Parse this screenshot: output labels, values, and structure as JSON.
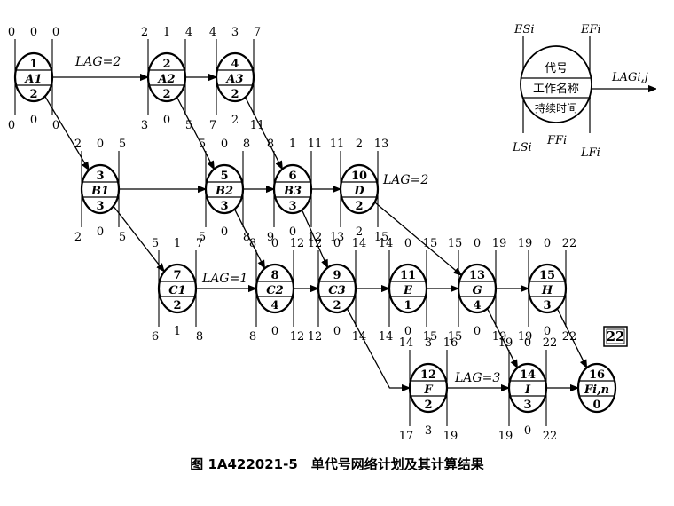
{
  "caption": "图 1A422021-5　单代号网络计划及其计算结果",
  "total_duration": "22",
  "legend": {
    "es": "ESi",
    "ef": "EFi",
    "ls": "LSi",
    "lf": "LFi",
    "ff": "FFi",
    "lag": "LAGi,j",
    "code": "代号",
    "name": "工作名称",
    "duration": "持续时间"
  },
  "nodes": [
    {
      "id": "1",
      "name": "A1",
      "dur": "2",
      "es": "0",
      "ef": "0",
      "ls": "0",
      "lf": "0",
      "tf": "0",
      "ff": "0"
    },
    {
      "id": "2",
      "name": "A2",
      "dur": "2",
      "es": "2",
      "ef": "4",
      "ls": "3",
      "lf": "5",
      "tf": "1",
      "ff": "0"
    },
    {
      "id": "4",
      "name": "A3",
      "dur": "2",
      "es": "4",
      "ef": "7",
      "ls": "7",
      "lf": "11",
      "tf": "3",
      "ff": "2"
    },
    {
      "id": "3",
      "name": "B1",
      "dur": "3",
      "es": "2",
      "ef": "5",
      "ls": "2",
      "lf": "5",
      "tf": "0",
      "ff": "0"
    },
    {
      "id": "5",
      "name": "B2",
      "dur": "3",
      "es": "5",
      "ef": "8",
      "ls": "5",
      "lf": "8",
      "tf": "0",
      "ff": "0"
    },
    {
      "id": "6",
      "name": "B3",
      "dur": "3",
      "es": "8",
      "ef": "11",
      "ls": "9",
      "lf": "12",
      "tf": "1",
      "ff": "0"
    },
    {
      "id": "10",
      "name": "D",
      "dur": "2",
      "es": "11",
      "ef": "13",
      "ls": "13",
      "lf": "15",
      "tf": "2",
      "ff": "2"
    },
    {
      "id": "7",
      "name": "C1",
      "dur": "2",
      "es": "5",
      "ef": "7",
      "ls": "6",
      "lf": "8",
      "tf": "1",
      "ff": "1"
    },
    {
      "id": "8",
      "name": "C2",
      "dur": "4",
      "es": "8",
      "ef": "12",
      "ls": "8",
      "lf": "12",
      "tf": "0",
      "ff": "0"
    },
    {
      "id": "9",
      "name": "C3",
      "dur": "2",
      "es": "12",
      "ef": "14",
      "ls": "12",
      "lf": "14",
      "tf": "0",
      "ff": "0"
    },
    {
      "id": "11",
      "name": "E",
      "dur": "1",
      "es": "14",
      "ef": "15",
      "ls": "14",
      "lf": "15",
      "tf": "0",
      "ff": "0"
    },
    {
      "id": "13",
      "name": "G",
      "dur": "4",
      "es": "15",
      "ef": "19",
      "ls": "15",
      "lf": "19",
      "tf": "0",
      "ff": "0"
    },
    {
      "id": "15",
      "name": "H",
      "dur": "3",
      "es": "19",
      "ef": "22",
      "ls": "19",
      "lf": "22",
      "tf": "0",
      "ff": "0"
    },
    {
      "id": "12",
      "name": "F",
      "dur": "2",
      "es": "14",
      "ef": "16",
      "ls": "17",
      "lf": "19",
      "tf": "3",
      "ff": "3"
    },
    {
      "id": "14",
      "name": "I",
      "dur": "3",
      "es": "19",
      "ef": "22",
      "ls": "19",
      "lf": "22",
      "tf": "0",
      "ff": "0"
    },
    {
      "id": "16",
      "name": "Fi,n",
      "dur": "0"
    }
  ],
  "lag_labels": [
    "LAG=2",
    "LAG=2",
    "LAG=1",
    "LAG=3"
  ]
}
